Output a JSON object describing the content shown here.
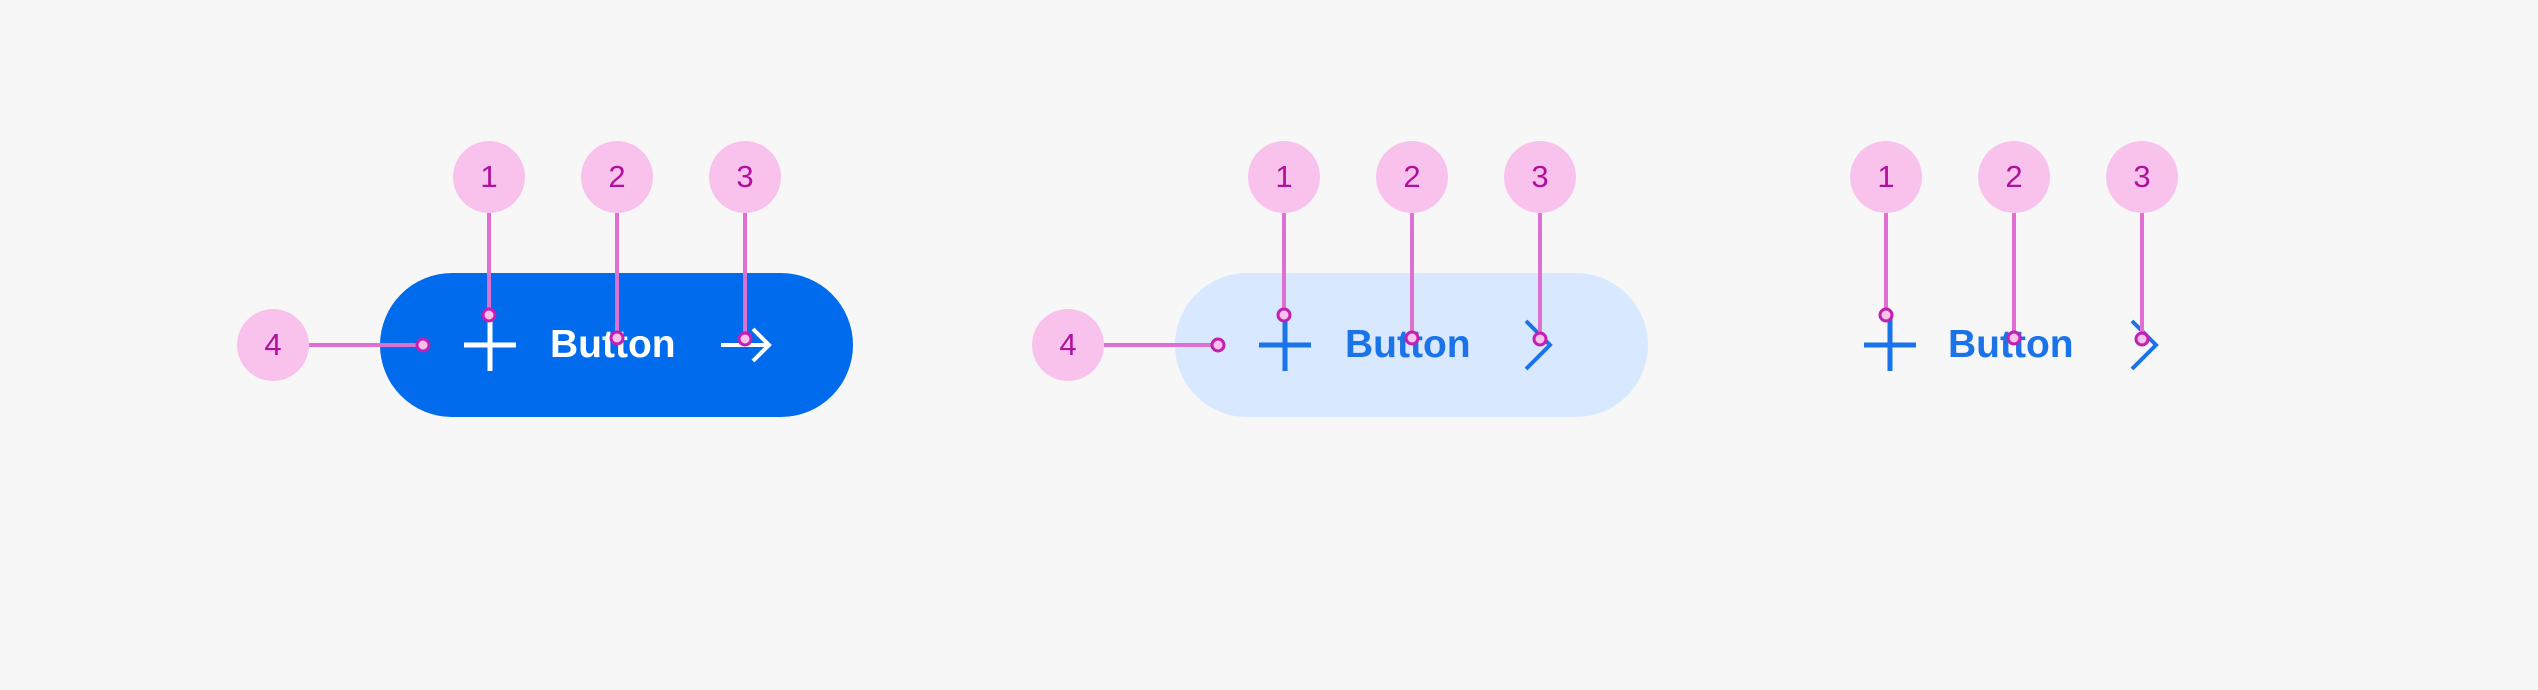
{
  "colors": {
    "background": "#f7f7f7",
    "primary_fill": "#006ced",
    "primary_text": "#ffffff",
    "tonal_fill": "#d8e8ff",
    "accent_text": "#1a73e8",
    "callout_fill": "#f8c2ec",
    "callout_text": "#b0109c",
    "leader_line": "#e06fd4"
  },
  "buttons": [
    {
      "variant": "filled",
      "label": "Button",
      "leading_icon": "plus-icon",
      "trailing_icon": "arrow-right-icon",
      "callouts": [
        "1",
        "2",
        "3",
        "4"
      ]
    },
    {
      "variant": "tonal",
      "label": "Button",
      "leading_icon": "plus-icon",
      "trailing_icon": "chevron-right-icon",
      "callouts": [
        "1",
        "2",
        "3",
        "4"
      ]
    },
    {
      "variant": "text",
      "label": "Button",
      "leading_icon": "plus-icon",
      "trailing_icon": "chevron-right-icon",
      "callouts": [
        "1",
        "2",
        "3"
      ]
    }
  ]
}
